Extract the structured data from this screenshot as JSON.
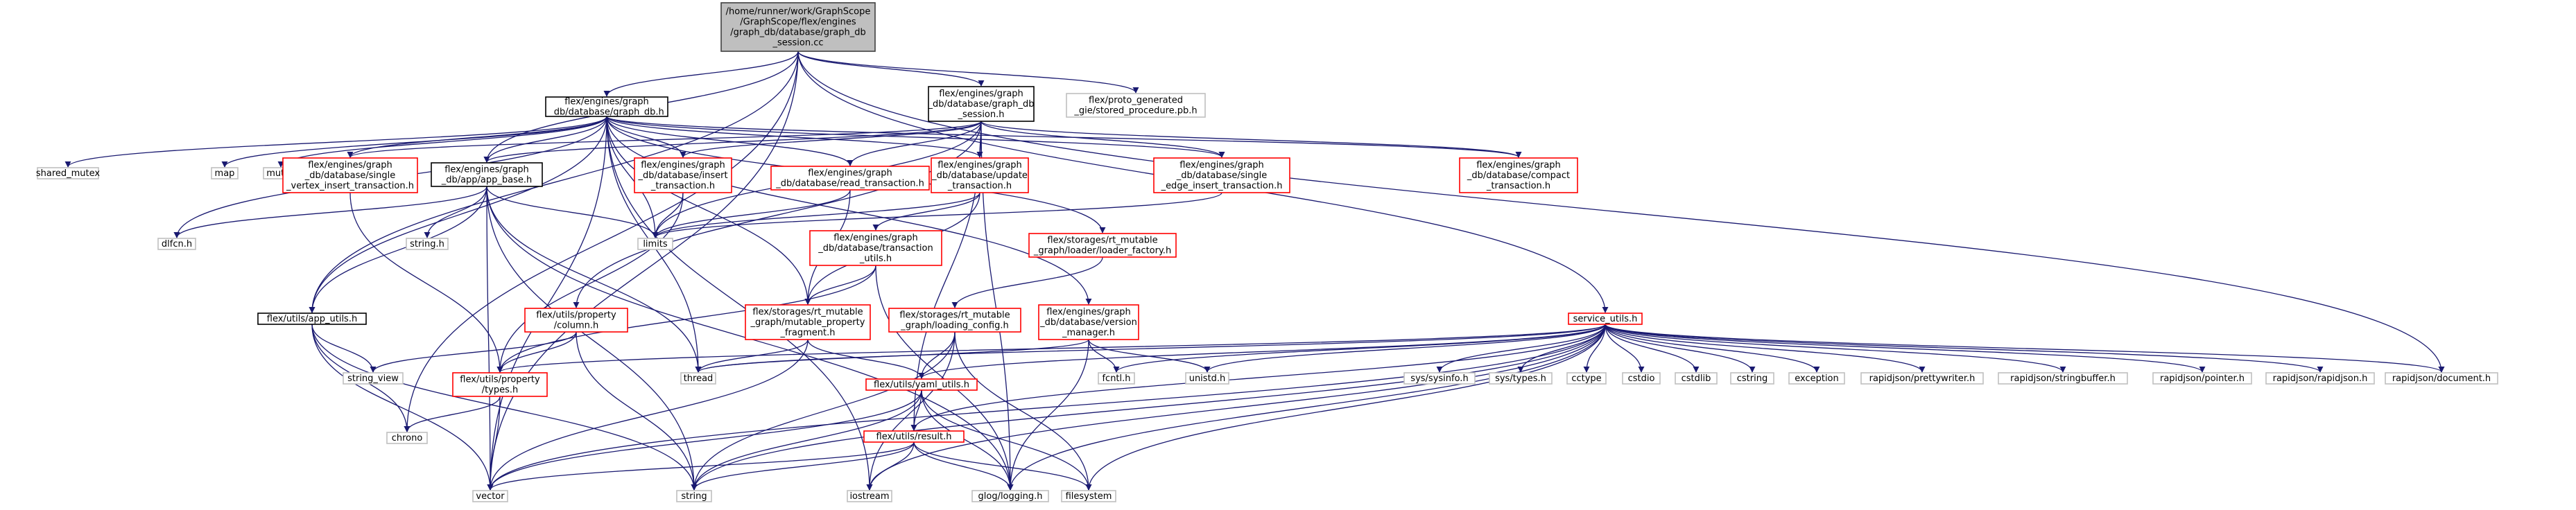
{
  "colors": {
    "root_fill": "#bfbfbf",
    "root_border": "#404040",
    "documented_border": "#000000",
    "missing_border": "#ff0000",
    "system_border": "#bfbfbf",
    "edge": "#191970"
  },
  "nodes": [
    {
      "id": "root",
      "kind": "root",
      "lines": [
        "/home/runner/work/GraphScope",
        "/GraphScope/flex/engines",
        "/graph_db/database/graph_db",
        "_session.cc"
      ]
    },
    {
      "id": "graph_db_h",
      "kind": "documented",
      "lines": [
        "flex/engines/graph",
        "_db/database/graph_db.h"
      ]
    },
    {
      "id": "graph_db_session_h",
      "kind": "documented",
      "lines": [
        "flex/engines/graph",
        "_db/database/graph_db",
        "_session.h"
      ]
    },
    {
      "id": "stored_procedure_pb",
      "kind": "system",
      "lines": [
        "flex/proto_generated",
        "_gie/stored_procedure.pb.h"
      ]
    },
    {
      "id": "service_utils_h",
      "kind": "missing",
      "lines": [
        "service_utils.h"
      ]
    },
    {
      "id": "shared_mutex",
      "kind": "system",
      "lines": [
        "shared_mutex"
      ]
    },
    {
      "id": "map",
      "kind": "system",
      "lines": [
        "map"
      ]
    },
    {
      "id": "mutex",
      "kind": "system",
      "lines": [
        "mutex"
      ]
    },
    {
      "id": "single_vertex_insert",
      "kind": "missing",
      "lines": [
        "flex/engines/graph",
        "_db/database/single",
        "_vertex_insert_transaction.h"
      ]
    },
    {
      "id": "app_base_h",
      "kind": "documented",
      "lines": [
        "flex/engines/graph",
        "_db/app/app_base.h"
      ]
    },
    {
      "id": "insert_transaction",
      "kind": "missing",
      "lines": [
        "flex/engines/graph",
        "_db/database/insert",
        "_transaction.h"
      ]
    },
    {
      "id": "read_transaction",
      "kind": "missing",
      "lines": [
        "flex/engines/graph",
        "_db/database/read_transaction.h"
      ]
    },
    {
      "id": "update_transaction",
      "kind": "missing",
      "lines": [
        "flex/engines/graph",
        "_db/database/update",
        "_transaction.h"
      ]
    },
    {
      "id": "single_edge_insert",
      "kind": "missing",
      "lines": [
        "flex/engines/graph",
        "_db/database/single",
        "_edge_insert_transaction.h"
      ]
    },
    {
      "id": "compact_transaction",
      "kind": "missing",
      "lines": [
        "flex/engines/graph",
        "_db/database/compact",
        "_transaction.h"
      ]
    },
    {
      "id": "dlfcn_h",
      "kind": "system",
      "lines": [
        "dlfcn.h"
      ]
    },
    {
      "id": "string_h",
      "kind": "system",
      "lines": [
        "string.h"
      ]
    },
    {
      "id": "limits",
      "kind": "system",
      "lines": [
        "limits"
      ]
    },
    {
      "id": "loader_factory",
      "kind": "missing",
      "lines": [
        "flex/storages/rt_mutable",
        "_graph/loader/loader_factory.h"
      ]
    },
    {
      "id": "transaction_utils",
      "kind": "missing",
      "lines": [
        "flex/engines/graph",
        "_db/database/transaction",
        "_utils.h"
      ]
    },
    {
      "id": "app_utils_h",
      "kind": "documented",
      "lines": [
        "flex/utils/app_utils.h"
      ]
    },
    {
      "id": "property_column",
      "kind": "missing",
      "lines": [
        "flex/utils/property",
        "/column.h"
      ]
    },
    {
      "id": "mutable_property_fragment",
      "kind": "missing",
      "lines": [
        "flex/storages/rt_mutable",
        "_graph/mutable_property",
        "_fragment.h"
      ]
    },
    {
      "id": "loading_config",
      "kind": "missing",
      "lines": [
        "flex/storages/rt_mutable",
        "_graph/loading_config.h"
      ]
    },
    {
      "id": "version_manager",
      "kind": "missing",
      "lines": [
        "flex/engines/graph",
        "_db/database/version",
        "_manager.h"
      ]
    },
    {
      "id": "string_view",
      "kind": "system",
      "lines": [
        "string_view"
      ]
    },
    {
      "id": "property_types",
      "kind": "missing",
      "lines": [
        "flex/utils/property",
        "/types.h"
      ]
    },
    {
      "id": "thread",
      "kind": "system",
      "lines": [
        "thread"
      ]
    },
    {
      "id": "yaml_utils",
      "kind": "missing",
      "lines": [
        "flex/utils/yaml_utils.h"
      ]
    },
    {
      "id": "fcntl_h",
      "kind": "system",
      "lines": [
        "fcntl.h"
      ]
    },
    {
      "id": "unistd_h",
      "kind": "system",
      "lines": [
        "unistd.h"
      ]
    },
    {
      "id": "sysinfo_h",
      "kind": "system",
      "lines": [
        "sys/sysinfo.h"
      ]
    },
    {
      "id": "systypes_h",
      "kind": "system",
      "lines": [
        "sys/types.h"
      ]
    },
    {
      "id": "cctype",
      "kind": "system",
      "lines": [
        "cctype"
      ]
    },
    {
      "id": "cstdio",
      "kind": "system",
      "lines": [
        "cstdio"
      ]
    },
    {
      "id": "cstdlib",
      "kind": "system",
      "lines": [
        "cstdlib"
      ]
    },
    {
      "id": "cstring",
      "kind": "system",
      "lines": [
        "cstring"
      ]
    },
    {
      "id": "exception",
      "kind": "system",
      "lines": [
        "exception"
      ]
    },
    {
      "id": "prettywriter",
      "kind": "system",
      "lines": [
        "rapidjson/prettywriter.h"
      ]
    },
    {
      "id": "stringbuffer",
      "kind": "system",
      "lines": [
        "rapidjson/stringbuffer.h"
      ]
    },
    {
      "id": "pointer_h",
      "kind": "system",
      "lines": [
        "rapidjson/pointer.h"
      ]
    },
    {
      "id": "rapidjson_h",
      "kind": "system",
      "lines": [
        "rapidjson/rapidjson.h"
      ]
    },
    {
      "id": "document_h",
      "kind": "system",
      "lines": [
        "rapidjson/document.h"
      ]
    },
    {
      "id": "chrono",
      "kind": "system",
      "lines": [
        "chrono"
      ]
    },
    {
      "id": "result_h",
      "kind": "missing",
      "lines": [
        "flex/utils/result.h"
      ]
    },
    {
      "id": "vector",
      "kind": "system",
      "lines": [
        "vector"
      ]
    },
    {
      "id": "string",
      "kind": "system",
      "lines": [
        "string"
      ]
    },
    {
      "id": "iostream",
      "kind": "system",
      "lines": [
        "iostream"
      ]
    },
    {
      "id": "glog",
      "kind": "system",
      "lines": [
        "glog/logging.h"
      ]
    },
    {
      "id": "filesystem",
      "kind": "system",
      "lines": [
        "filesystem"
      ]
    }
  ],
  "edges": [
    [
      "root",
      "graph_db_h"
    ],
    [
      "root",
      "graph_db_session_h"
    ],
    [
      "root",
      "stored_procedure_pb"
    ],
    [
      "root",
      "service_utils_h"
    ],
    [
      "root",
      "app_base_h"
    ],
    [
      "root",
      "app_utils_h"
    ],
    [
      "root",
      "chrono"
    ],
    [
      "root",
      "vector"
    ],
    [
      "root",
      "document_h"
    ],
    [
      "graph_db_h",
      "shared_mutex"
    ],
    [
      "graph_db_h",
      "map"
    ],
    [
      "graph_db_h",
      "mutex"
    ],
    [
      "graph_db_h",
      "single_vertex_insert"
    ],
    [
      "graph_db_h",
      "app_base_h"
    ],
    [
      "graph_db_h",
      "insert_transaction"
    ],
    [
      "graph_db_h",
      "read_transaction"
    ],
    [
      "graph_db_h",
      "update_transaction"
    ],
    [
      "graph_db_h",
      "single_edge_insert"
    ],
    [
      "graph_db_h",
      "compact_transaction"
    ],
    [
      "graph_db_h",
      "dlfcn_h"
    ],
    [
      "graph_db_h",
      "limits"
    ],
    [
      "graph_db_h",
      "loader_factory"
    ],
    [
      "graph_db_h",
      "mutable_property_fragment"
    ],
    [
      "graph_db_h",
      "version_manager"
    ],
    [
      "graph_db_h",
      "thread"
    ],
    [
      "graph_db_h",
      "vector"
    ],
    [
      "graph_db_h",
      "iostream"
    ],
    [
      "graph_db_h",
      "app_utils_h"
    ],
    [
      "graph_db_session_h",
      "app_base_h"
    ],
    [
      "graph_db_session_h",
      "single_vertex_insert"
    ],
    [
      "graph_db_session_h",
      "insert_transaction"
    ],
    [
      "graph_db_session_h",
      "read_transaction"
    ],
    [
      "graph_db_session_h",
      "update_transaction"
    ],
    [
      "graph_db_session_h",
      "single_edge_insert"
    ],
    [
      "graph_db_session_h",
      "compact_transaction"
    ],
    [
      "graph_db_session_h",
      "limits"
    ],
    [
      "graph_db_session_h",
      "property_column"
    ],
    [
      "graph_db_session_h",
      "result_h"
    ],
    [
      "graph_db_session_h",
      "glog"
    ],
    [
      "single_vertex_insert",
      "property_types"
    ],
    [
      "app_base_h",
      "dlfcn_h"
    ],
    [
      "app_base_h",
      "string_h"
    ],
    [
      "app_base_h",
      "limits"
    ],
    [
      "app_base_h",
      "app_utils_h"
    ],
    [
      "app_base_h",
      "vector"
    ],
    [
      "app_base_h",
      "string"
    ],
    [
      "app_base_h",
      "thread"
    ],
    [
      "app_base_h",
      "glog"
    ],
    [
      "insert_transaction",
      "limits"
    ],
    [
      "insert_transaction",
      "property_types"
    ],
    [
      "read_transaction",
      "limits"
    ],
    [
      "read_transaction",
      "mutable_property_fragment"
    ],
    [
      "update_transaction",
      "limits"
    ],
    [
      "update_transaction",
      "transaction_utils"
    ],
    [
      "update_transaction",
      "mutable_property_fragment"
    ],
    [
      "single_edge_insert",
      "limits"
    ],
    [
      "loader_factory",
      "loading_config"
    ],
    [
      "transaction_utils",
      "mutable_property_fragment"
    ],
    [
      "transaction_utils",
      "property_types"
    ],
    [
      "transaction_utils",
      "glog"
    ],
    [
      "app_utils_h",
      "string_view"
    ],
    [
      "app_utils_h",
      "chrono"
    ],
    [
      "app_utils_h",
      "vector"
    ],
    [
      "app_utils_h",
      "string"
    ],
    [
      "property_column",
      "string_view"
    ],
    [
      "property_column",
      "property_types"
    ],
    [
      "property_column",
      "string"
    ],
    [
      "mutable_property_fragment",
      "thread"
    ],
    [
      "mutable_property_fragment",
      "vector"
    ],
    [
      "mutable_property_fragment",
      "yaml_utils"
    ],
    [
      "loading_config",
      "yaml_utils"
    ],
    [
      "loading_config",
      "string"
    ],
    [
      "loading_config",
      "iostream"
    ],
    [
      "loading_config",
      "filesystem"
    ],
    [
      "version_manager",
      "thread"
    ],
    [
      "version_manager",
      "fcntl_h"
    ],
    [
      "version_manager",
      "unistd_h"
    ],
    [
      "version_manager",
      "glog"
    ],
    [
      "property_types",
      "chrono"
    ],
    [
      "property_types",
      "vector"
    ],
    [
      "yaml_utils",
      "result_h"
    ],
    [
      "yaml_utils",
      "vector"
    ],
    [
      "yaml_utils",
      "string"
    ],
    [
      "yaml_utils",
      "glog"
    ],
    [
      "yaml_utils",
      "filesystem"
    ],
    [
      "result_h",
      "vector"
    ],
    [
      "result_h",
      "string"
    ],
    [
      "result_h",
      "iostream"
    ],
    [
      "result_h",
      "glog"
    ],
    [
      "result_h",
      "filesystem"
    ],
    [
      "service_utils_h",
      "property_types"
    ],
    [
      "service_utils_h",
      "thread"
    ],
    [
      "service_utils_h",
      "yaml_utils"
    ],
    [
      "service_utils_h",
      "fcntl_h"
    ],
    [
      "service_utils_h",
      "unistd_h"
    ],
    [
      "service_utils_h",
      "sysinfo_h"
    ],
    [
      "service_utils_h",
      "systypes_h"
    ],
    [
      "service_utils_h",
      "cctype"
    ],
    [
      "service_utils_h",
      "cstdio"
    ],
    [
      "service_utils_h",
      "cstdlib"
    ],
    [
      "service_utils_h",
      "cstring"
    ],
    [
      "service_utils_h",
      "exception"
    ],
    [
      "service_utils_h",
      "prettywriter"
    ],
    [
      "service_utils_h",
      "stringbuffer"
    ],
    [
      "service_utils_h",
      "pointer_h"
    ],
    [
      "service_utils_h",
      "rapidjson_h"
    ],
    [
      "service_utils_h",
      "document_h"
    ],
    [
      "service_utils_h",
      "vector"
    ],
    [
      "service_utils_h",
      "string"
    ],
    [
      "service_utils_h",
      "iostream"
    ],
    [
      "service_utils_h",
      "glog"
    ],
    [
      "service_utils_h",
      "filesystem"
    ],
    [
      "service_utils_h",
      "result_h"
    ]
  ]
}
